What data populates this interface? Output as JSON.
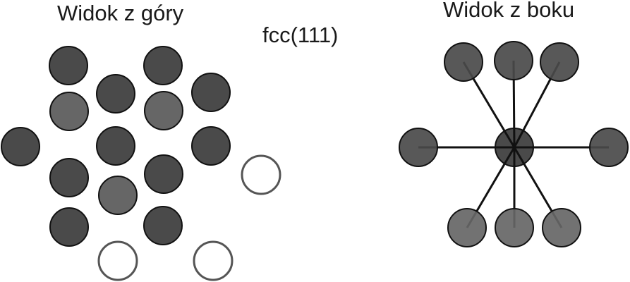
{
  "labels": {
    "top_view": "Widok z góry",
    "structure": "fcc(111)",
    "side_view": "Widok z boku"
  },
  "colors": {
    "dark_atom": "#4a4a4a",
    "mid_atom": "#666666",
    "outline": "#111111",
    "empty_outline": "#555555",
    "bond": "#111111"
  }
}
